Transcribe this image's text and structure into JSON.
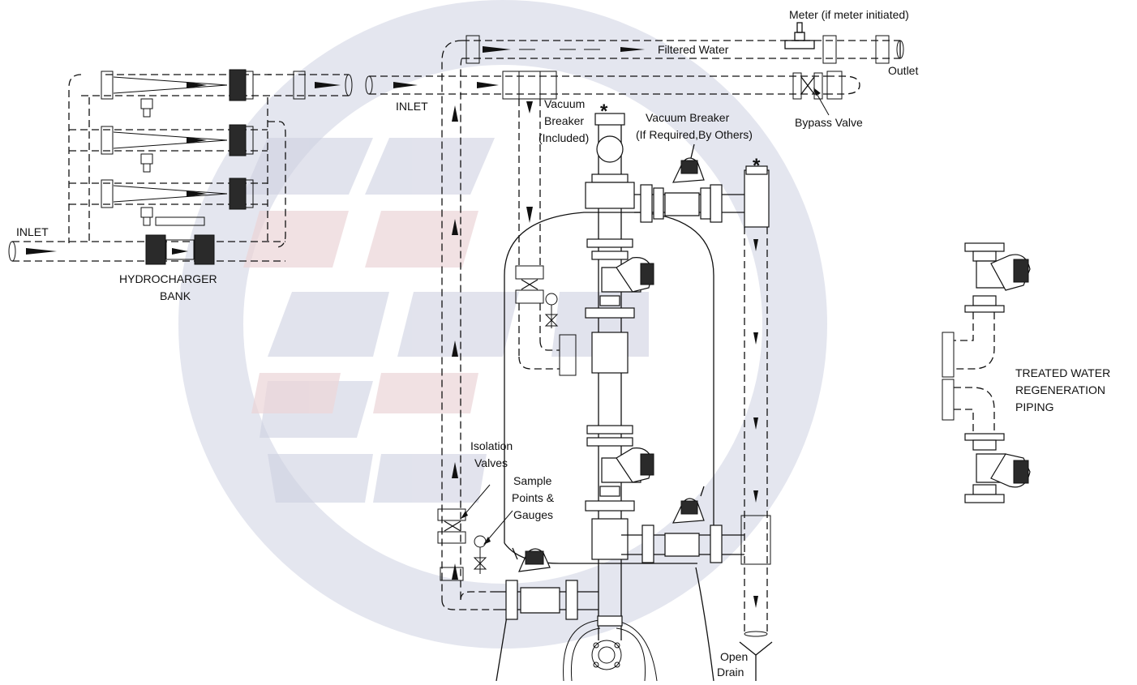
{
  "labels": {
    "meter": "Meter (if meter initiated)",
    "filtered_water": "Filtered Water",
    "outlet": "Outlet",
    "inlet_top": "INLET",
    "inlet_left": "INLET",
    "bypass_valve": "Bypass Valve",
    "vacuum_breaker_included": [
      "Vacuum",
      "Breaker",
      "(Included)"
    ],
    "vacuum_breaker_required": [
      "Vacuum Breaker",
      "(If Required,By Others)"
    ],
    "hydrocharger_bank": [
      "HYDROCHARGER",
      "BANK"
    ],
    "isolation_valves": [
      "Isolation",
      "Valves"
    ],
    "sample_points": [
      "Sample",
      "Points &",
      "Gauges"
    ],
    "treated_water": [
      "TREATED WATER",
      "REGENERATION",
      "PIPING"
    ],
    "open_drain": [
      "Open",
      "Drain"
    ]
  },
  "symbols": {
    "asterisk": "*"
  },
  "watermark_colors": {
    "blue": "#c9ccde",
    "red": "#ead0d3"
  }
}
